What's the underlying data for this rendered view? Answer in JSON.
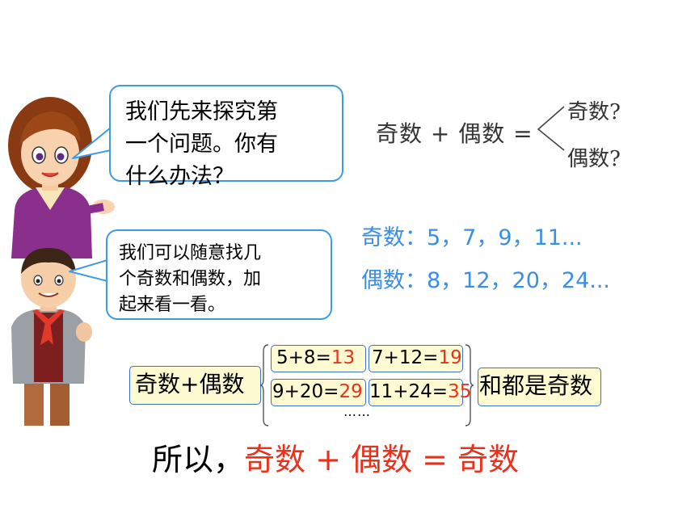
{
  "bubble_teacher": {
    "line1": "我们先来探究第",
    "line2": "一个问题。你有",
    "line3": "什么办法？"
  },
  "bubble_student": {
    "line1": "我们可以随意找几",
    "line2": "个奇数和偶数，加",
    "line3": "起来看一看。"
  },
  "equation": {
    "left": "奇数 + 偶数 =",
    "option_1": "奇数?",
    "option_2": "偶数?"
  },
  "odd_line": "奇数：5，7，9，11...",
  "even_line": "偶数：8，12，20，24...",
  "examples": {
    "label": "奇数+偶数",
    "rows": [
      {
        "expr": "5+8=",
        "result": "13"
      },
      {
        "expr": "7+12=",
        "result": "19"
      },
      {
        "expr": "9+20=",
        "result": "29"
      },
      {
        "expr": "11+24=",
        "result": "35"
      }
    ],
    "ellipsis": "……",
    "conclusion": "和都是奇数"
  },
  "final": {
    "prefix": "所以，",
    "statement": "奇数 + 偶数 = 奇数"
  },
  "colors": {
    "bubble_border": "#3d9ae8",
    "blue_text": "#3a8ee6",
    "answer_red": "#e8321b",
    "box_fill": "#fefbd2",
    "box_border": "#3b6fd4"
  }
}
